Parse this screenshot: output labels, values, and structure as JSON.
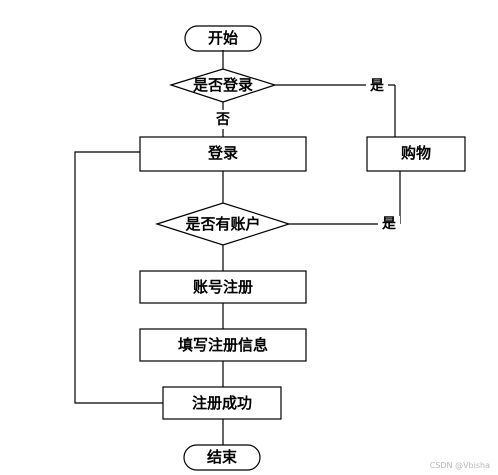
{
  "flowchart": {
    "nodes": {
      "start": "开始",
      "is_logged_in": "是否登录",
      "login": "登录",
      "shopping": "购物",
      "has_account": "是否有账户",
      "register_account": "账号注册",
      "fill_info": "填写注册信息",
      "register_success": "注册成功",
      "end": "结束"
    },
    "edge_labels": {
      "logged_in_yes": "是",
      "logged_in_no": "否",
      "has_account_yes": "是"
    }
  },
  "watermark": "CSDN @Vbisha"
}
